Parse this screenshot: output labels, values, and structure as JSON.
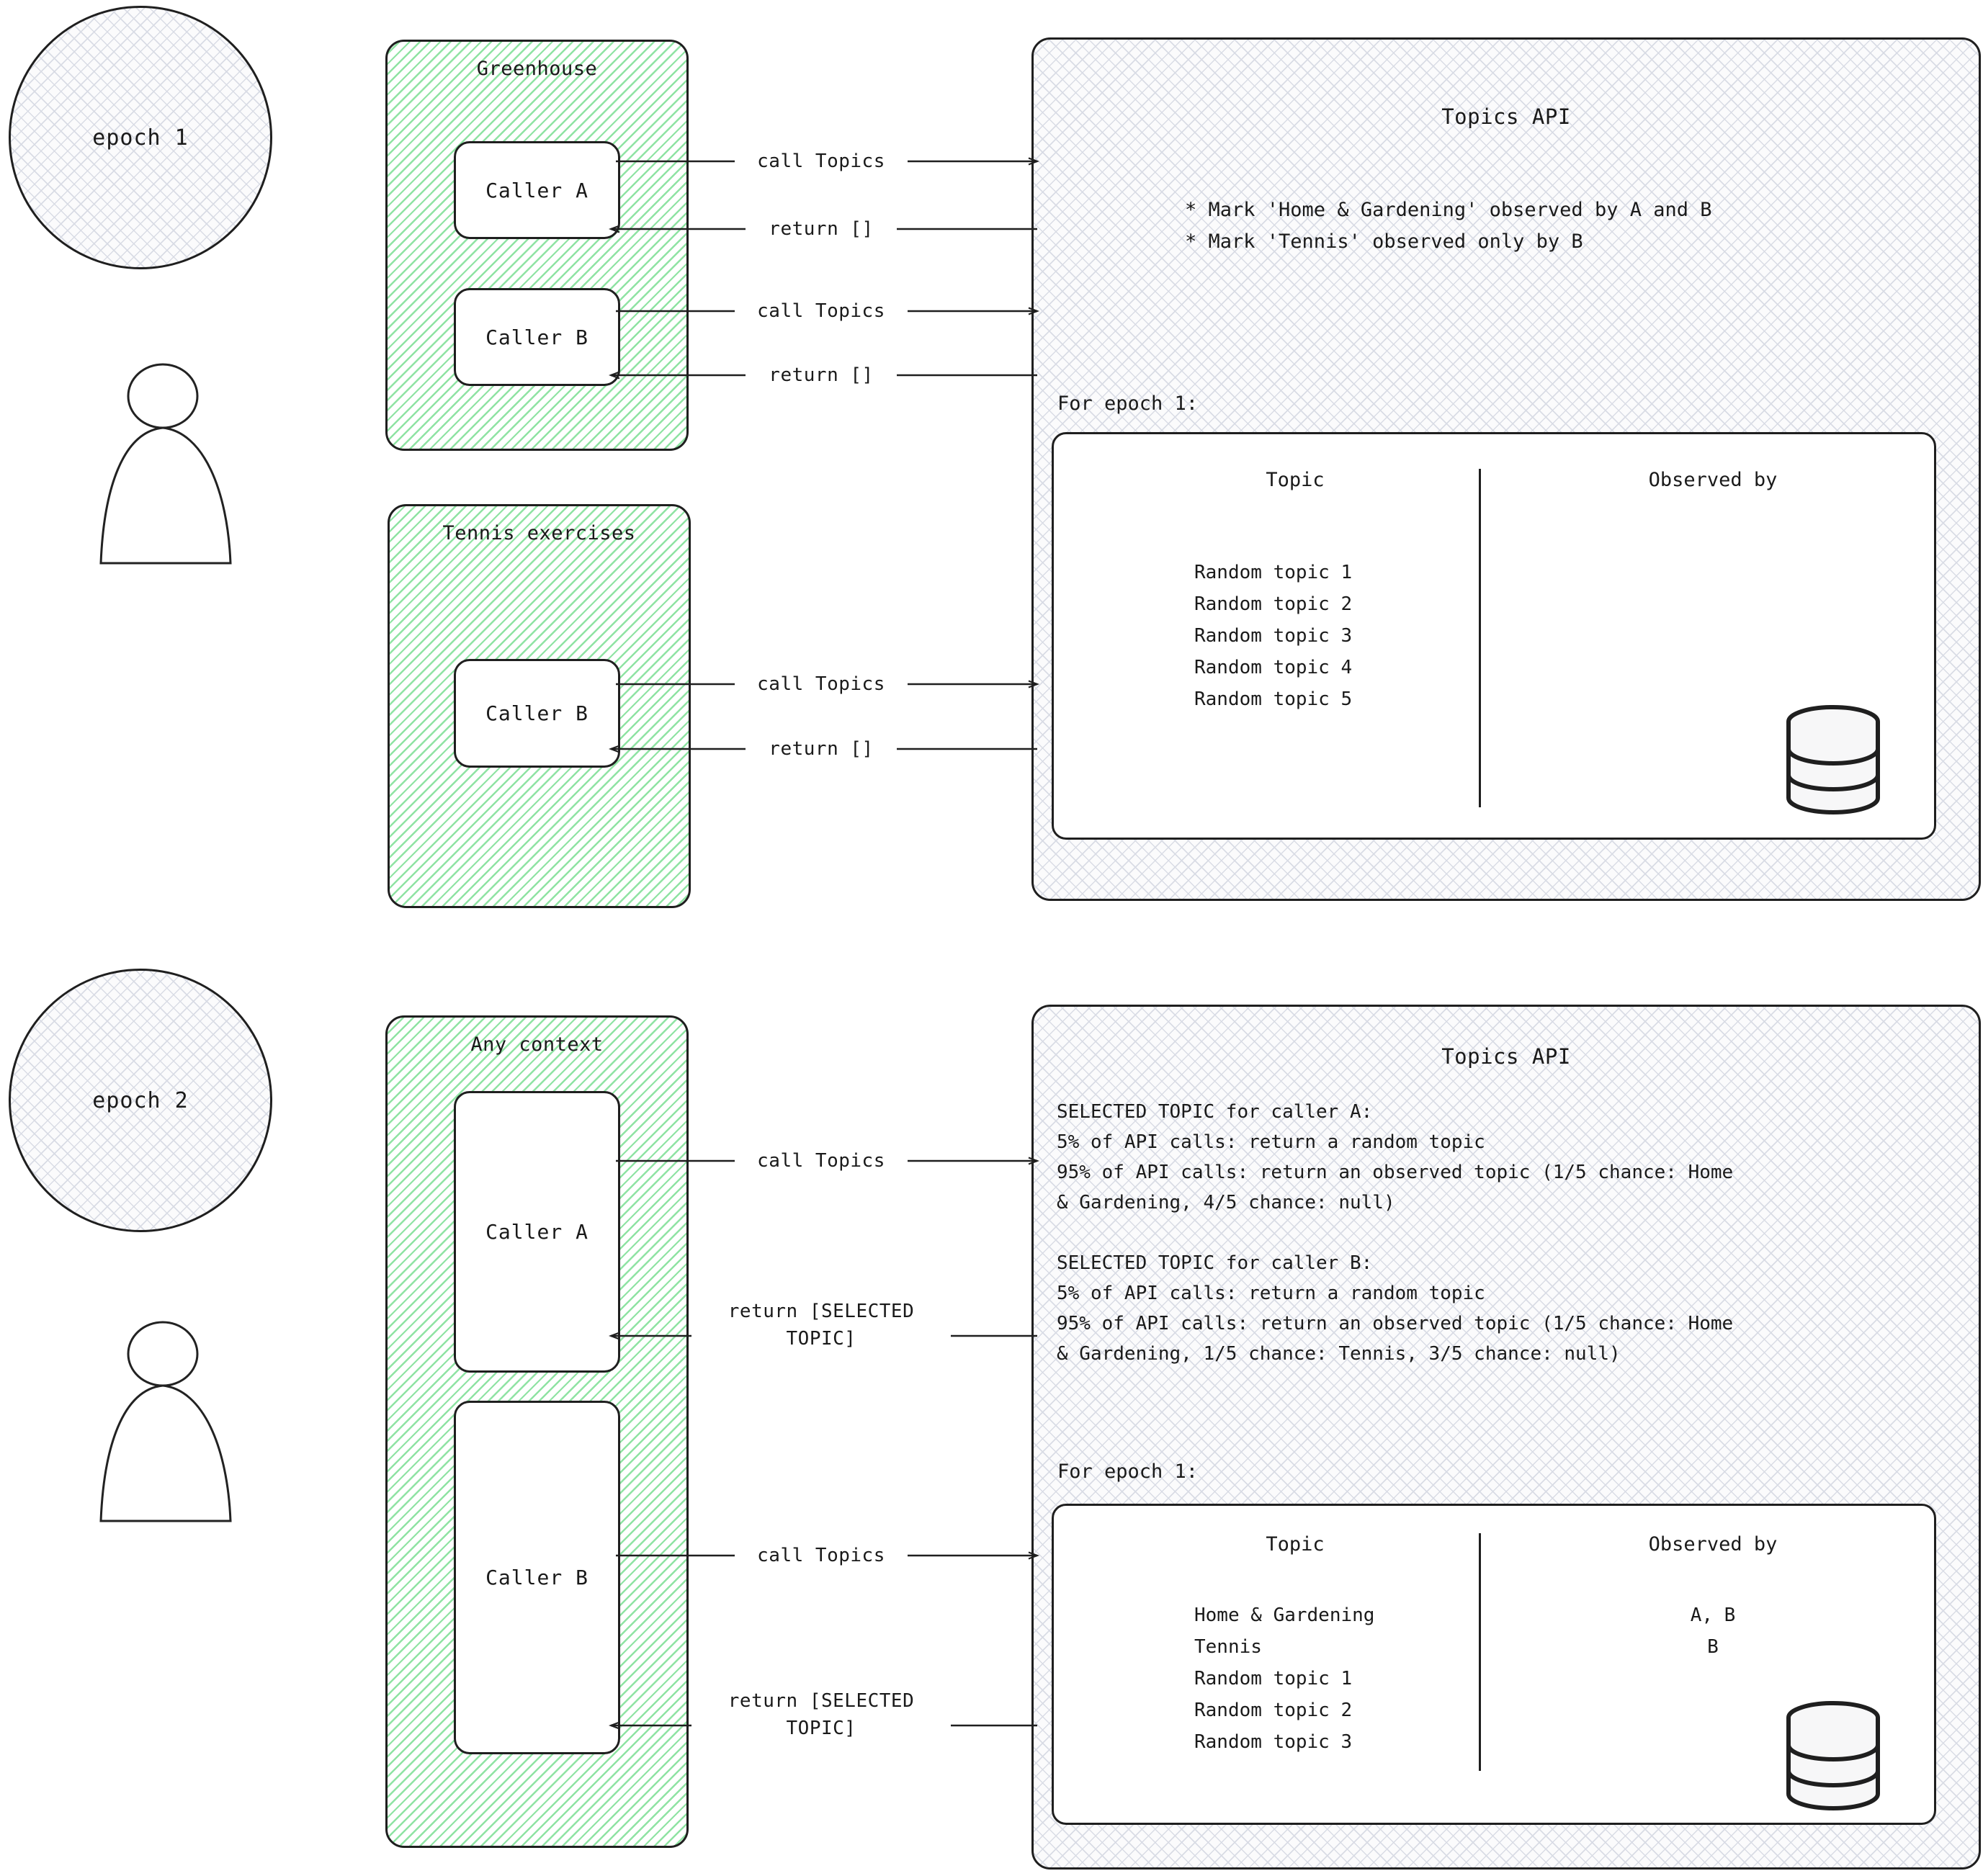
{
  "diagram": {
    "title": "Topics API observed-topics flow across epochs",
    "accent_green": "#8fe3a3",
    "hatch_gray": "#d9dce5",
    "stroke": "#1f1f1f"
  },
  "epochs": [
    {
      "id": "epoch-1",
      "circle_label": "epoch 1",
      "person_icon": "person-icon",
      "contexts": [
        {
          "id": "greenhouse",
          "title": "Greenhouse",
          "callers": [
            {
              "label": "Caller A",
              "call_label": "call Topics",
              "return_label": "return []"
            },
            {
              "label": "Caller B",
              "call_label": "call Topics",
              "return_label": "return []"
            }
          ]
        },
        {
          "id": "tennis-exercises",
          "title": "Tennis exercises",
          "callers": [
            {
              "label": "Caller B",
              "call_label": "call Topics",
              "return_label": "return []"
            }
          ]
        }
      ],
      "api": {
        "title": "Topics API",
        "bullets": [
          "* Mark 'Home & Gardening' observed by A and B",
          "* Mark 'Tennis' observed only by B"
        ],
        "for_epoch_label": "For epoch 1:",
        "table": {
          "columns": [
            "Topic",
            "Observed by"
          ],
          "rows": [
            {
              "topic": "Random topic 1",
              "observed_by": ""
            },
            {
              "topic": "Random topic 2",
              "observed_by": ""
            },
            {
              "topic": "Random topic 3",
              "observed_by": ""
            },
            {
              "topic": "Random topic 4",
              "observed_by": ""
            },
            {
              "topic": "Random topic 5",
              "observed_by": ""
            }
          ],
          "topics_text": "Random topic 1\nRandom topic 2\nRandom topic 3\nRandom topic 4\nRandom topic 5",
          "observed_text": "",
          "database_icon": "database-icon"
        }
      }
    },
    {
      "id": "epoch-2",
      "circle_label": "epoch 2",
      "person_icon": "person-icon",
      "contexts": [
        {
          "id": "any-context",
          "title": "Any context",
          "callers": [
            {
              "label": "Caller A",
              "call_label": "call Topics",
              "return_label": "return [SELECTED\nTOPIC]"
            },
            {
              "label": "Caller B",
              "call_label": "call Topics",
              "return_label": "return [SELECTED\nTOPIC]"
            }
          ]
        }
      ],
      "api": {
        "title": "Topics API",
        "body": "SELECTED TOPIC for caller A:\n5% of API calls: return a random topic\n95% of API calls: return an observed topic (1/5 chance: Home\n& Gardening, 4/5 chance: null)\n\nSELECTED TOPIC for caller B:\n5% of API calls: return a random topic\n95% of API calls: return an observed topic (1/5 chance: Home\n& Gardening, 1/5 chance: Tennis,  3/5 chance: null)",
        "for_epoch_label": "For epoch 1:",
        "table": {
          "columns": [
            "Topic",
            "Observed by"
          ],
          "rows": [
            {
              "topic": "Home & Gardening",
              "observed_by": "A, B"
            },
            {
              "topic": "Tennis",
              "observed_by": "B"
            },
            {
              "topic": "Random topic 1",
              "observed_by": ""
            },
            {
              "topic": "Random topic 2",
              "observed_by": ""
            },
            {
              "topic": "Random topic 3",
              "observed_by": ""
            }
          ],
          "topics_text": "Home & Gardening\nTennis\nRandom topic 1\nRandom topic 2\nRandom topic 3",
          "observed_text": "A, B\nB",
          "database_icon": "database-icon"
        }
      }
    }
  ]
}
